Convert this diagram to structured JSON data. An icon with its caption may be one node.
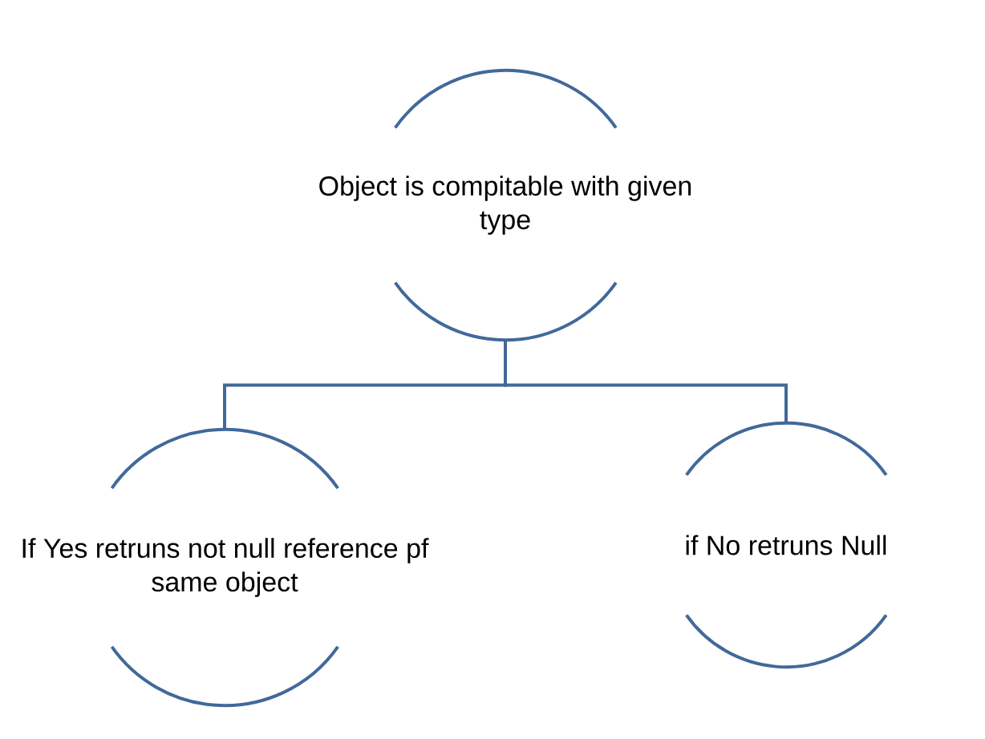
{
  "diagram": {
    "nodes": [
      {
        "text": [
          "Object is compitable with given type"
        ]
      },
      {
        "text": [
          "If Yes retruns not null reference pf same object"
        ]
      },
      {
        "text": [
          "if No retruns Null"
        ]
      }
    ],
    "edges": [
      {
        "from": 0,
        "to": 1,
        "arrow": "none"
      },
      {
        "from": 0,
        "to": 2,
        "arrow": "none"
      }
    ]
  }
}
